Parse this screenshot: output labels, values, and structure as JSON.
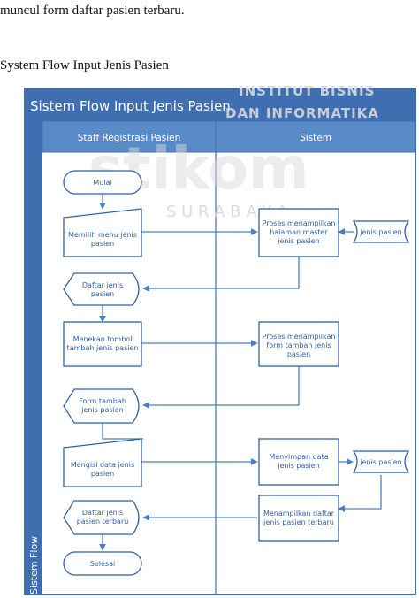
{
  "document": {
    "line_1": "muncul form daftar pasien terbaru.",
    "heading": "System Flow Input  Jenis Pasien"
  },
  "watermark": {
    "line_1": "INSTITUT BISNIS",
    "line_2": "DAN INFORMATIKA",
    "brand": "stikom",
    "city": "S U R A B A Y A"
  },
  "diagram": {
    "title": "Sistem Flow Input Jenis Pasien",
    "vertical_label": "Sistem Flow",
    "lanes": {
      "left": "Staff Registrasi Pasien",
      "right": "Sistem"
    },
    "nodes": {
      "start": "Mulai",
      "input_menu": [
        "Memilih menu jenis",
        "pasien"
      ],
      "proc_master": [
        "Proses menampilkan",
        "halaman master",
        "jenis pasien"
      ],
      "store_1": "jenis pasien",
      "display_daftar": [
        "Daftar  jenis",
        "pasien"
      ],
      "input_tambah": [
        "Menekan tombol",
        "tambah  jenis pasien"
      ],
      "proc_form": [
        "Proses menampilkan",
        "form tambah  jenis",
        "pasien"
      ],
      "display_form": [
        "Form tambah",
        "jenis pasien"
      ],
      "input_data": [
        "Mengisi data  jenis",
        "pasien"
      ],
      "proc_save": [
        "Menyimpan data",
        "jenis pasien"
      ],
      "store_2": "jenis pasien",
      "display_terbaru": [
        "Daftar  jenis",
        "pasien terbaru"
      ],
      "proc_show": [
        "Menampilkan daftar",
        "jenis pasien terbaru"
      ],
      "end": "Selesai"
    }
  },
  "colors": {
    "frame_blue": "#3f6fb0",
    "header_blue": "#5a8bc9",
    "line_blue": "#4a7fc1",
    "node_text": "#2f62a6",
    "node_fill": "#ffffff"
  }
}
